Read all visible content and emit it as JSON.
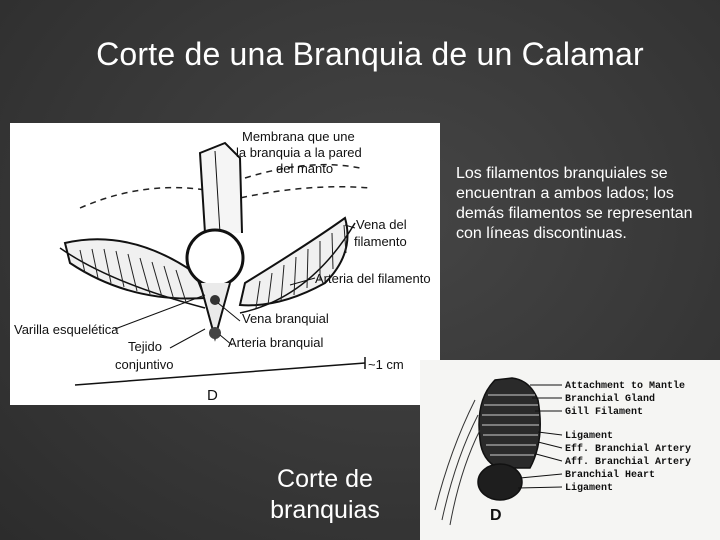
{
  "slide": {
    "title": "Corte de una Branquia de un Calamar",
    "description": "Los filamentos branquiales se encuentran a  ambos lados; los demás filamentos se representan con líneas discontinuas.",
    "caption_line1": "Corte de",
    "caption_line2": "branquias"
  },
  "figure_left": {
    "labels": {
      "membrana_1": "Membrana que une",
      "membrana_2": "la branquia a la pared",
      "membrana_3": "del manto",
      "vena_filamento_1": "Vena del",
      "vena_filamento_2": "filamento",
      "arteria_filamento": "Arteria del filamento",
      "vena_branquial": "Vena branquial",
      "varilla": "Varilla esquelética",
      "tejido_1": "Tejido",
      "tejido_2": "conjuntivo",
      "arteria_branquial": "Arteria branquial",
      "scale": "~1 cm",
      "panel_letter": "D"
    }
  },
  "figure_right": {
    "labels": [
      "Attachment  to Mantle",
      "Branchial  Gland",
      "Gill  Filament",
      "Ligament",
      "Eff. Branchial Artery",
      "Aff. Branchial Artery",
      "Branchial Heart",
      "Ligament"
    ],
    "panel_letter": "D"
  },
  "colors": {
    "background": "#3a3a3a",
    "text": "#ffffff",
    "figure_background": "#ffffff"
  }
}
